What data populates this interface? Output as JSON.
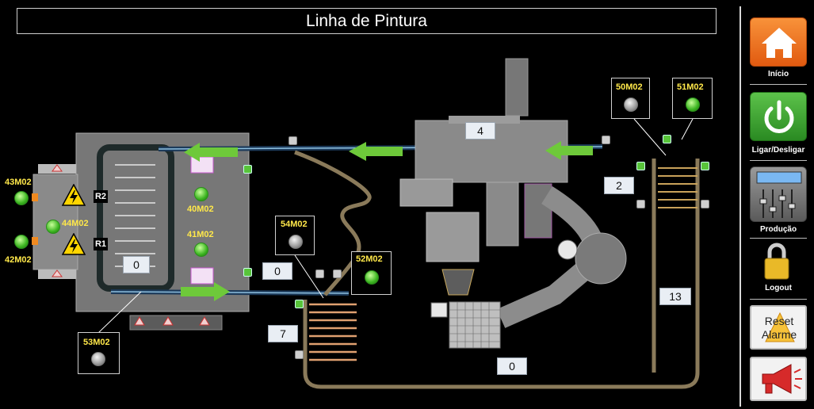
{
  "header": {
    "title": "Linha de Pintura"
  },
  "nav": {
    "inicio_label": "Início",
    "ligar_label": "Ligar/Desligar",
    "producao_label": "Produção",
    "logout_label": "Logout",
    "reset_label": "Reset Alarme",
    "reset_line1": "Reset",
    "reset_line2": "Alarme"
  },
  "colors": {
    "home_orange": "#f06a1c",
    "power_green": "#3aa536",
    "lamp_green": "#3cb521",
    "label_yellow": "#ffe84a",
    "flow_arrow": "#6ec93a"
  },
  "motors": {
    "m43": "43M02",
    "m42": "42M02",
    "m44": "44M02",
    "m40": "40M02",
    "m41": "41M02",
    "m50": "50M02",
    "m51": "51M02",
    "m52": "52M02",
    "m53": "53M02",
    "m54": "54M02"
  },
  "hazard_tags": {
    "r1": "R1",
    "r2": "R2"
  },
  "counters": {
    "oven": "4",
    "cooling": "2",
    "return": "13",
    "loading": "7",
    "bottom_center": "0",
    "left_cabin": "0",
    "middle": "0"
  },
  "icons": [
    "home-icon",
    "power-icon",
    "mixer-icon",
    "padlock-icon",
    "megaphone-icon",
    "high-voltage-icon"
  ]
}
